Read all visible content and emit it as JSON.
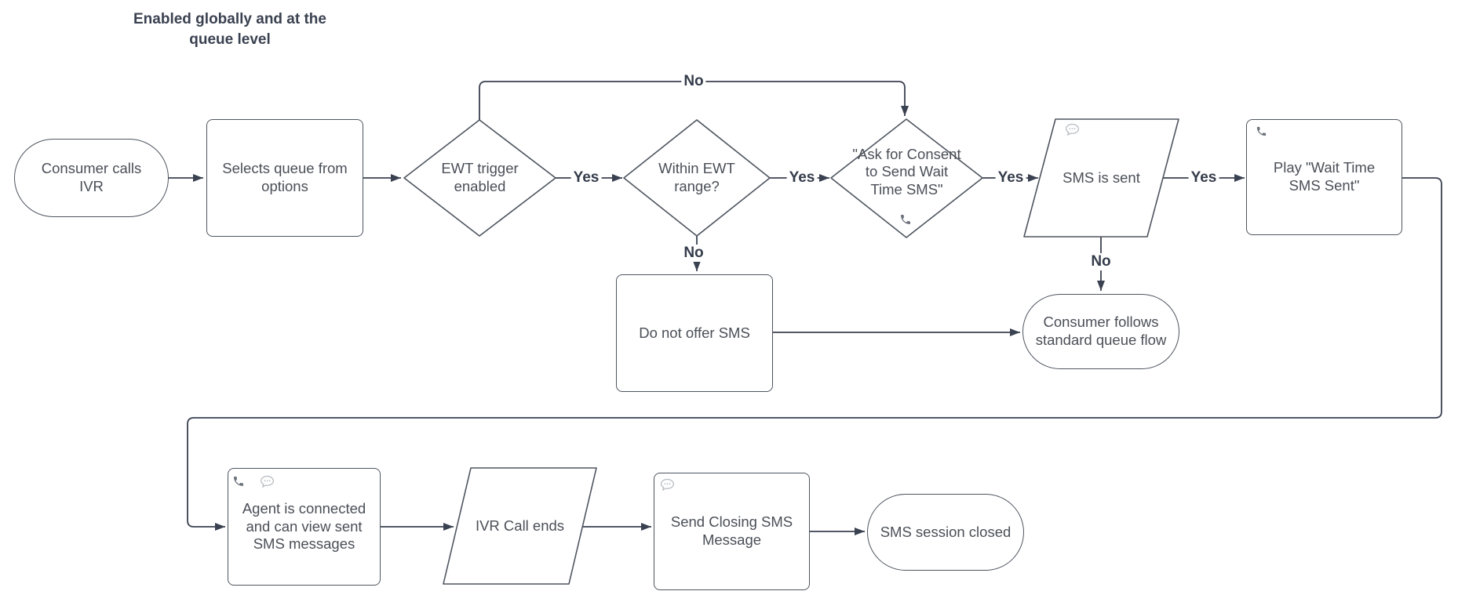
{
  "title": "Enabled globally and at the queue level",
  "colors": {
    "background": "#ffffff",
    "connector": "#3a4150",
    "shape_border": "#4e555f",
    "node_text": "#4a4f57",
    "label_text": "#343b4a",
    "phone_icon": "#6e747d",
    "sms_bubble_icon": "#b5b9bf"
  },
  "icons": {
    "phone": "phone-icon",
    "sms_bubble": "sms-bubble-icon"
  },
  "nodes": {
    "consumer_calls_ivr": {
      "label": "Consumer calls IVR",
      "type": "terminator"
    },
    "selects_queue": {
      "label": "Selects queue from options",
      "type": "process"
    },
    "ewt_trigger": {
      "label": "EWT trigger enabled",
      "type": "decision"
    },
    "within_ewt": {
      "label": "Within EWT range?",
      "type": "decision"
    },
    "ask_consent": {
      "label": "\"Ask for Consent to Send Wait Time SMS\"",
      "type": "decision",
      "icon": "phone-icon"
    },
    "sms_is_sent": {
      "label": "SMS is sent",
      "type": "data",
      "icon": "sms-bubble-icon"
    },
    "play_wait_time": {
      "label": "Play \"Wait Time SMS Sent\"",
      "type": "process",
      "icon": "phone-icon"
    },
    "do_not_offer": {
      "label": "Do not offer SMS",
      "type": "process"
    },
    "consumer_follows": {
      "label": "Consumer follows standard queue flow",
      "type": "terminator"
    },
    "agent_connected": {
      "label": "Agent is connected and can view sent SMS messages",
      "type": "process",
      "icons": [
        "phone-icon",
        "sms-bubble-icon"
      ]
    },
    "ivr_call_ends": {
      "label": "IVR Call ends",
      "type": "data"
    },
    "send_closing": {
      "label": "Send Closing SMS Message",
      "type": "process",
      "icon": "sms-bubble-icon"
    },
    "sms_session_closed": {
      "label": "SMS session closed",
      "type": "terminator"
    }
  },
  "edge_labels": {
    "top_no": "No",
    "ewt_yes": "Yes",
    "within_yes": "Yes",
    "within_no": "No",
    "consent_yes": "Yes",
    "sent_yes": "Yes",
    "sent_no": "No"
  }
}
